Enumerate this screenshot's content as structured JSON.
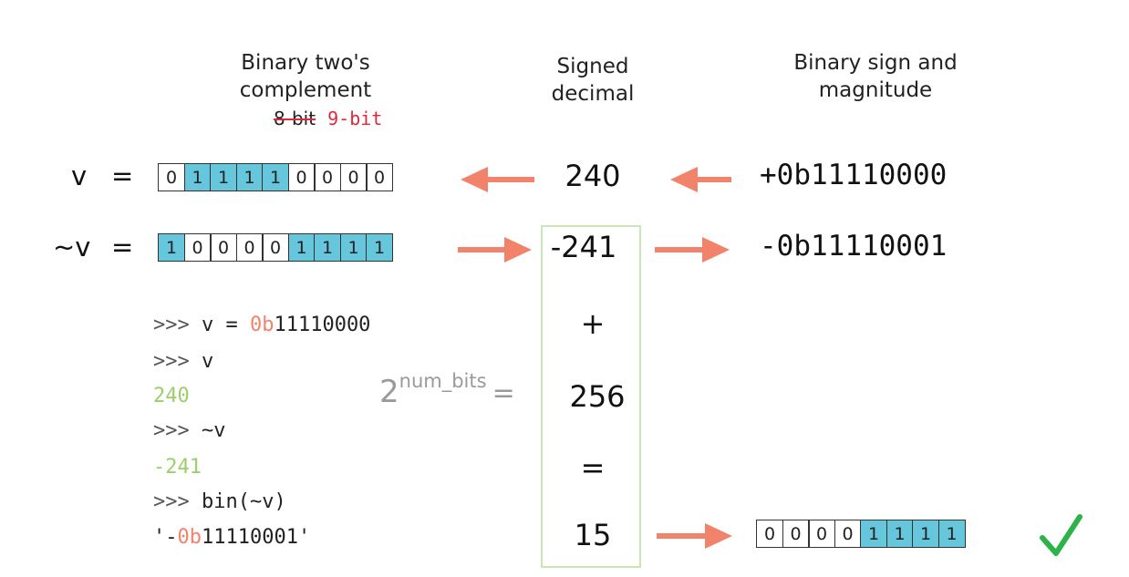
{
  "headers": {
    "twos_line1": "Binary two's",
    "twos_line2": "complement",
    "bit_old": "8-bit",
    "bit_new": "9-bit",
    "signed_line1": "Signed",
    "signed_line2": "decimal",
    "sign_mag_line1": "Binary sign and",
    "sign_mag_line2": "magnitude"
  },
  "rows": {
    "v": {
      "label": "v",
      "equals": "=",
      "bits": [
        "0",
        "1",
        "1",
        "1",
        "1",
        "0",
        "0",
        "0",
        "0"
      ],
      "on": [
        false,
        true,
        true,
        true,
        true,
        false,
        false,
        false,
        false
      ],
      "decimal": "240",
      "sign_magnitude": "+0b11110000"
    },
    "not_v": {
      "label": "~v",
      "equals": "=",
      "bits": [
        "1",
        "0",
        "0",
        "0",
        "0",
        "1",
        "1",
        "1",
        "1"
      ],
      "on": [
        true,
        false,
        false,
        false,
        false,
        true,
        true,
        true,
        true
      ],
      "decimal": "-241",
      "sign_magnitude": "-0b11110001"
    }
  },
  "computation": {
    "plus": "+",
    "power_base": "2",
    "power_exp": "num_bits",
    "power_equals": "=",
    "modulus": "256",
    "equals": "=",
    "result": "15",
    "result_bits": [
      "0",
      "0",
      "0",
      "0",
      "1",
      "1",
      "1",
      "1"
    ],
    "result_on": [
      false,
      false,
      false,
      false,
      true,
      true,
      true,
      true
    ],
    "check_icon": "check-icon"
  },
  "code": {
    "line1_prompt": ">>> ",
    "line1_text": "v = ",
    "line1_accent": "0b",
    "line1_rest": "11110000",
    "line2_prompt": ">>> ",
    "line2_text": "v",
    "line3_out": "240",
    "line4_prompt": ">>> ",
    "line4_text": "~v",
    "line5_out": "-241",
    "line6_prompt": ">>> ",
    "line6_text": "bin(~v)",
    "line7_pre": "'-",
    "line7_accent": "0b",
    "line7_rest": "11110001'"
  },
  "colors": {
    "bit_on": "#66c7dc",
    "arrow": "#f2836b",
    "green_box": "#c9e6b3",
    "output_green": "#9bd068",
    "check": "#2db34a",
    "strike_red": "#e0283a"
  }
}
